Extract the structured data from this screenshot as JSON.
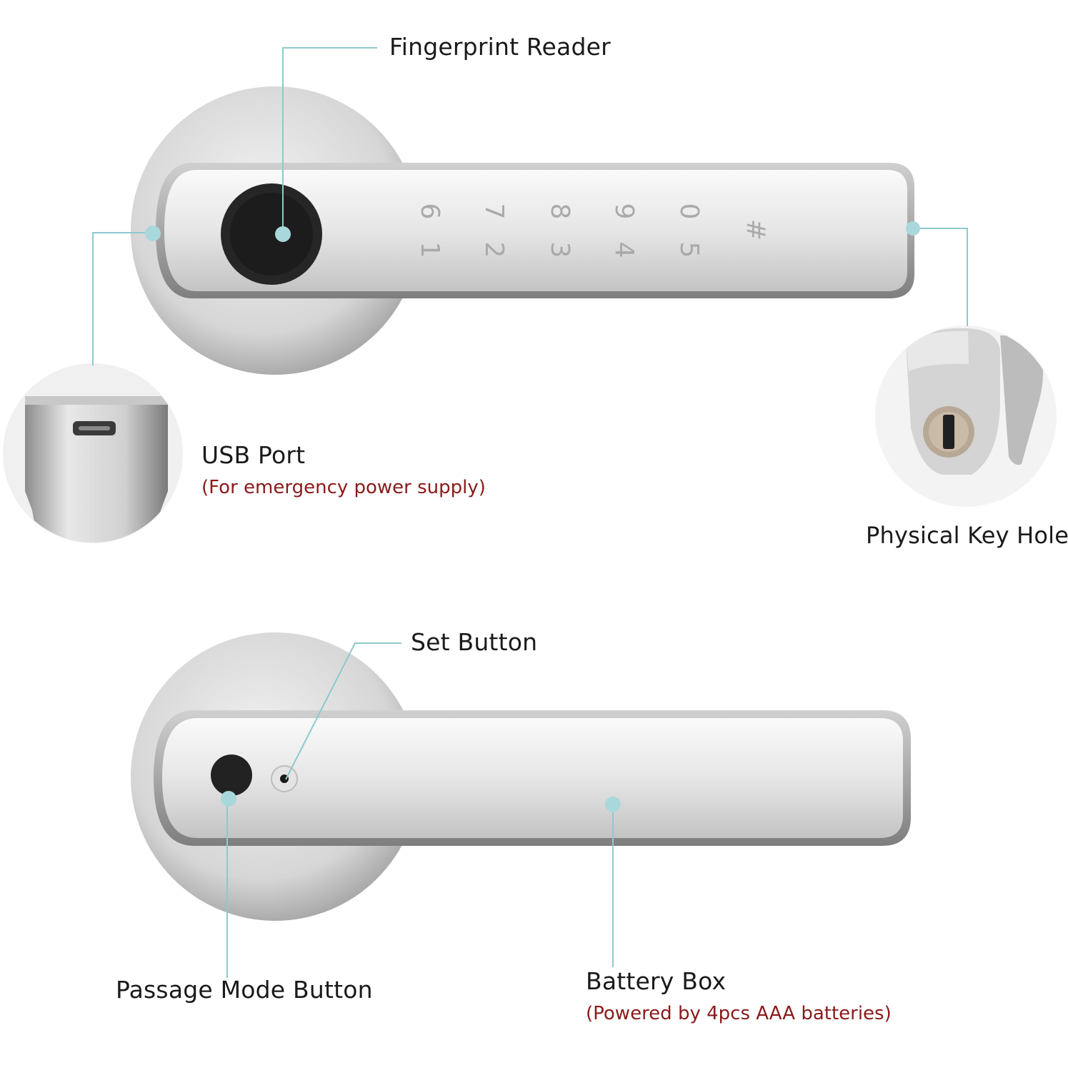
{
  "colors": {
    "leader_line": "#8ec9cc",
    "leader_dot": "#a9d8dc",
    "note_text": "#8b1a1a",
    "label_text": "#1a1a1a",
    "metal_light": "#eeeeee",
    "metal_dark": "#a8a8a8",
    "sensor_black": "#262626"
  },
  "top_view": {
    "fingerprint_label": "Fingerprint Reader",
    "usb_label": "USB Port",
    "usb_note": "(For emergency power supply)",
    "keyhole_label": "Physical Key Hole",
    "keypad": {
      "top_row": [
        "6",
        "7",
        "8",
        "9",
        "0"
      ],
      "bottom_row": [
        "1",
        "2",
        "3",
        "4",
        "5"
      ],
      "hash": "#"
    }
  },
  "bottom_view": {
    "set_button_label": "Set Button",
    "passage_mode_label": "Passage Mode Button",
    "battery_label": "Battery Box",
    "battery_note": "(Powered by 4pcs AAA batteries)"
  }
}
